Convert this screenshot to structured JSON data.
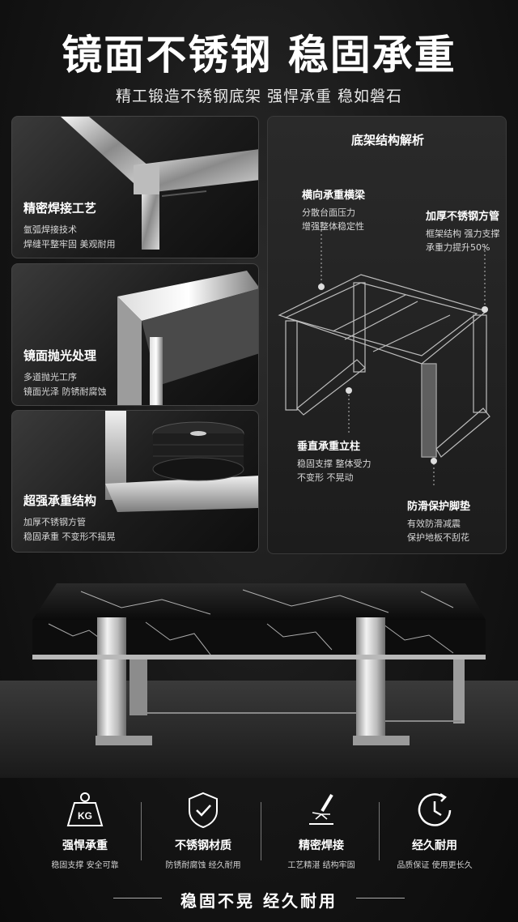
{
  "header": {
    "title": "镜面不锈钢 稳固承重",
    "subtitle": "精工锻造不锈钢底架  强悍承重  稳如磐石"
  },
  "panels": [
    {
      "title": "精密焊接工艺",
      "lines": [
        "氩弧焊接技术",
        "焊缝平整牢固 美观耐用"
      ]
    },
    {
      "title": "镜面抛光处理",
      "lines": [
        "多道抛光工序",
        "镜面光泽 防锈耐腐蚀"
      ]
    },
    {
      "title": "超强承重结构",
      "lines": [
        "加厚不锈钢方管",
        "稳固承重 不变形不摇晃"
      ]
    }
  ],
  "diagram": {
    "title": "底架结构解析",
    "callouts": [
      {
        "title": "横向承重横梁",
        "lines": [
          "分散台面压力",
          "增强整体稳定性"
        ]
      },
      {
        "title": "加厚不锈钢方管",
        "lines": [
          "框架结构 强力支撑",
          "承重力提升50%"
        ]
      },
      {
        "title": "垂直承重立柱",
        "lines": [
          "稳固支撑 整体受力",
          "不变形 不晃动"
        ]
      },
      {
        "title": "防滑保护脚垫",
        "lines": [
          "有效防滑减震",
          "保护地板不刮花"
        ]
      }
    ]
  },
  "features": [
    {
      "icon": "weight-kg-icon",
      "icon_text": "KG",
      "title": "强悍承重",
      "desc": "稳固支撑 安全可靠"
    },
    {
      "icon": "shield-check-icon",
      "title": "不锈钢材质",
      "desc": "防锈耐腐蚀 经久耐用"
    },
    {
      "icon": "welding-torch-icon",
      "title": "精密焊接",
      "desc": "工艺精湛 结构牢固"
    },
    {
      "icon": "clock-icon",
      "title": "经久耐用",
      "desc": "品质保证 使用更长久"
    }
  ],
  "footer": {
    "slogan": "稳固不晃  经久耐用"
  },
  "colors": {
    "background": "#161616",
    "metal_light": "#e6e6e6",
    "metal_dark": "#6a6a6a",
    "marble": "#0d0d0d"
  }
}
